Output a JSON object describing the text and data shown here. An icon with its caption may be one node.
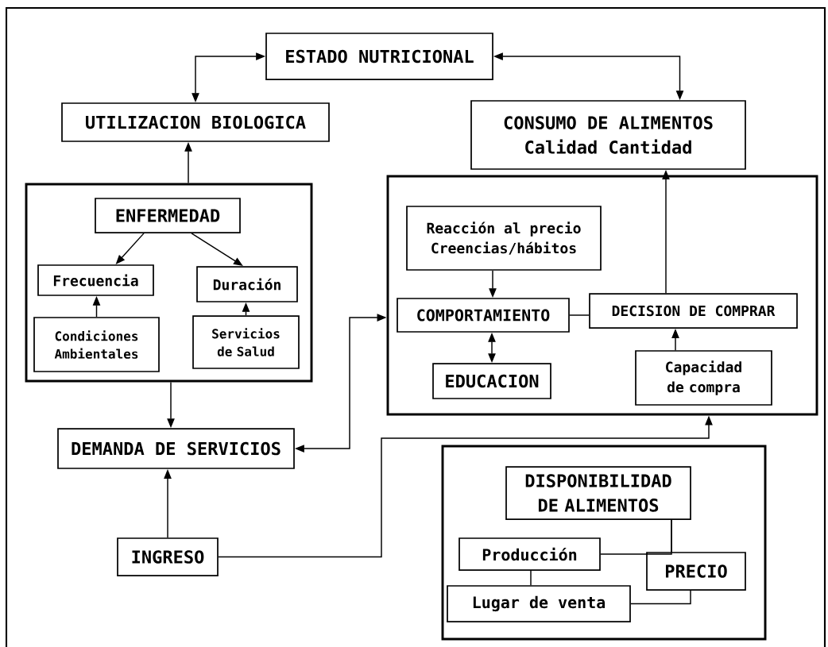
{
  "diagram": {
    "nodes": [
      {
        "text": [
          "ESTADO NUTRICIONAL"
        ]
      },
      {
        "text": [
          "UTILIZACION BIOLOGICA"
        ]
      },
      {
        "text": [
          "CONSUMO DE ALIMENTOS",
          "Calidad Cantidad"
        ]
      },
      {
        "text": [],
        "shape": "box"
      },
      {
        "text": [
          "ENFERMEDAD"
        ],
        "in": 3
      },
      {
        "text": [
          "Frecuencia"
        ],
        "in": 3
      },
      {
        "text": [
          "Duración"
        ],
        "in": 3
      },
      {
        "text": [
          "Condiciones Ambientales"
        ],
        "in": 3
      },
      {
        "text": [
          "Servicios de Salud"
        ],
        "in": 3
      },
      {
        "text": [],
        "shape": "box"
      },
      {
        "text": [
          "Reacción al precio",
          "Creencias/hábitos"
        ],
        "in": 9
      },
      {
        "text": [
          "COMPORTAMIENTO"
        ],
        "in": 9
      },
      {
        "text": [
          "EDUCACION"
        ],
        "in": 9
      },
      {
        "text": [
          "DECISION DE COMPRAR"
        ],
        "in": 9
      },
      {
        "text": [
          "Capacidad de compra"
        ],
        "in": 9
      },
      {
        "text": [
          "DEMANDA DE SERVICIOS"
        ]
      },
      {
        "text": [
          "INGRESO"
        ]
      },
      {
        "text": [],
        "shape": "box"
      },
      {
        "text": [
          "DISPONIBILIDAD DE ALIMENTOS"
        ],
        "in": 17
      },
      {
        "text": [
          "Producción"
        ],
        "in": 17
      },
      {
        "text": [
          "PRECIO"
        ],
        "in": 17
      },
      {
        "text": [
          "Lugar de venta"
        ],
        "in": 17
      }
    ],
    "edges": [
      {
        "from": 1,
        "to": 0,
        "arrow": "both"
      },
      {
        "from": 0,
        "to": 2,
        "arrow": "both"
      },
      {
        "from": 3,
        "to": 1,
        "arrow": "to"
      },
      {
        "from": 4,
        "to": 5,
        "arrow": "to"
      },
      {
        "from": 4,
        "to": 6,
        "arrow": "to"
      },
      {
        "from": 7,
        "to": 5,
        "arrow": "to"
      },
      {
        "from": 8,
        "to": 6,
        "arrow": "to"
      },
      {
        "from": 3,
        "to": 15,
        "arrow": "to"
      },
      {
        "from": 16,
        "to": 15,
        "arrow": "to"
      },
      {
        "from": 15,
        "to": 9,
        "arrow": "both"
      },
      {
        "from": 16,
        "to": 9,
        "arrow": "to"
      },
      {
        "from": 10,
        "to": 11,
        "arrow": "to"
      },
      {
        "from": 11,
        "to": 12,
        "arrow": "both"
      },
      {
        "from": 11,
        "to": 13,
        "arrow": "none"
      },
      {
        "from": 14,
        "to": 13,
        "arrow": "to"
      },
      {
        "from": 13,
        "to": 2,
        "arrow": "to"
      },
      {
        "from": 18,
        "to": 19,
        "arrow": "none"
      },
      {
        "from": 18,
        "to": 20,
        "arrow": "none"
      },
      {
        "from": 19,
        "to": 21,
        "arrow": "none"
      },
      {
        "from": 21,
        "to": 20,
        "arrow": "none"
      }
    ]
  }
}
